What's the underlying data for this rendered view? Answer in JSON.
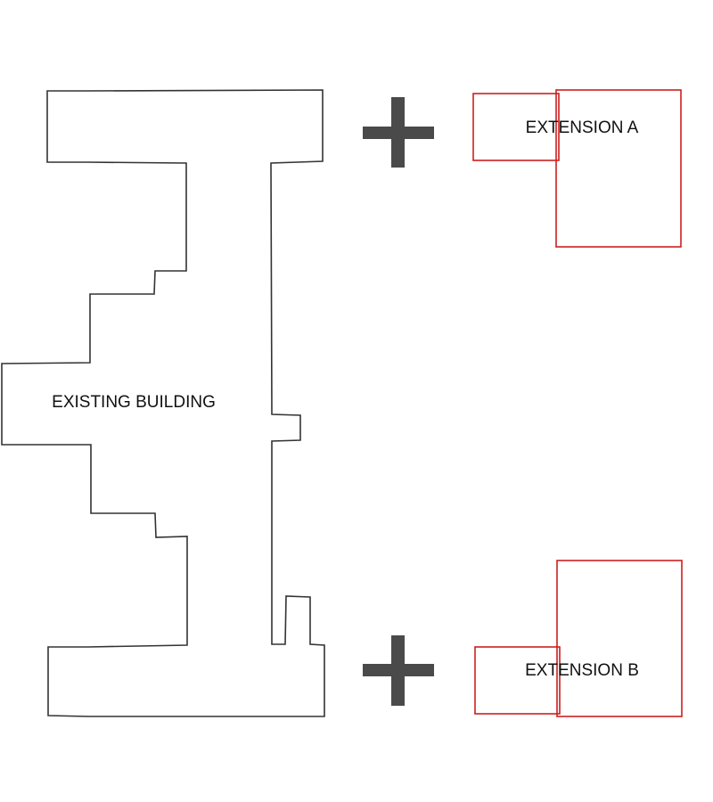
{
  "existing_building": {
    "label": "EXISTING BUILDING",
    "outline_color": "#333333"
  },
  "extension_a": {
    "label": "EXTENSION A",
    "outline_color": "#cc1f1f"
  },
  "extension_b": {
    "label": "EXTENSION B",
    "outline_color": "#cc1f1f"
  },
  "plus_sign": {
    "color": "#4a4a4a"
  }
}
